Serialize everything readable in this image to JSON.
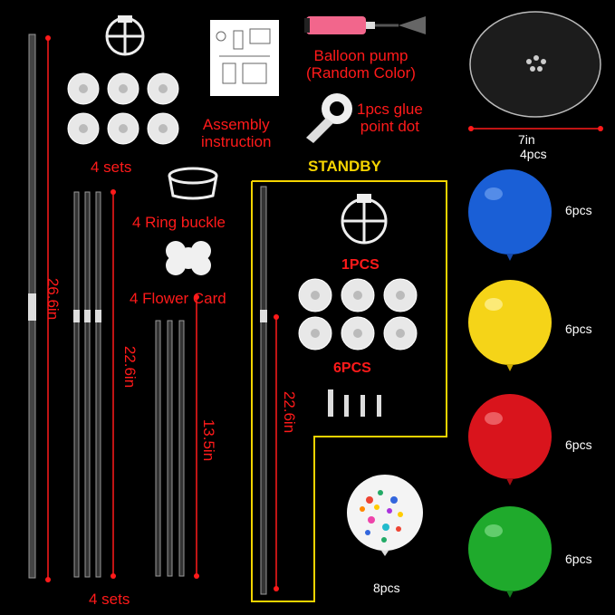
{
  "labels": {
    "sets_top": "4 sets",
    "ring_buckle": "4 Ring buckle",
    "flower_card": "4 Flower Card",
    "assembly": "Assembly\ninstruction",
    "pump": "Balloon pump\n(Random Color)",
    "glue": "1pcs glue\npoint dot",
    "base_size": "7in",
    "base_count": "4pcs",
    "standby": "STANDBY",
    "one_pcs": "1PCS",
    "six_pcs": "6PCS",
    "pole_long": "26.6in",
    "pole_mid": "22.6in",
    "pole_short": "13.5in",
    "pole_standby": "22.6in",
    "sets_bottom": "4 sets",
    "confetti": "8pcs",
    "blue": "6pcs",
    "yellow": "6pcs",
    "red": "6pcs",
    "green": "6pcs"
  },
  "colors": {
    "blue": "#1a5fd6",
    "yellow": "#f5d418",
    "red": "#d9141c",
    "green": "#1faa2c",
    "label_red": "#ff1a1a",
    "standby_yellow": "#f5d400"
  }
}
